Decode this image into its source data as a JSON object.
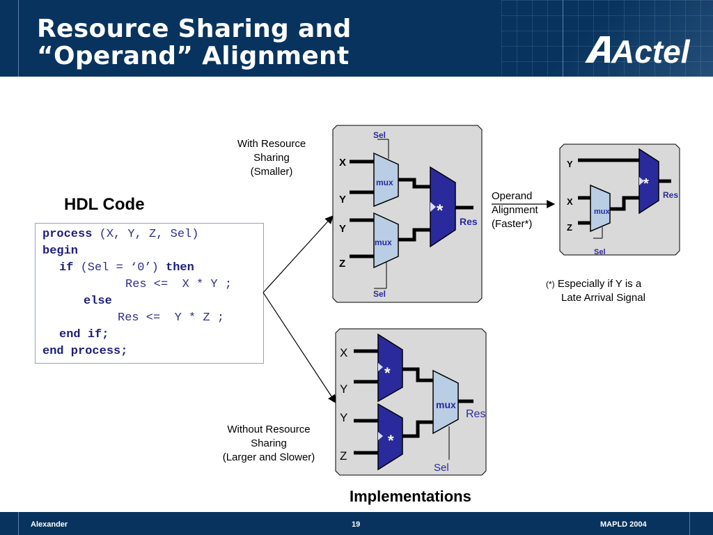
{
  "header": {
    "title_line1": "Resource Sharing and",
    "title_line2": "“Operand” Alignment",
    "logo_text": "Actel"
  },
  "footer": {
    "left": "Alexander",
    "center": "19",
    "right": "MAPLD 2004"
  },
  "hdl": {
    "title": "HDL Code",
    "lines": [
      {
        "kw": "process",
        "rest": " (X, Y, Z, Sel)"
      },
      {
        "kw": "begin",
        "rest": ""
      },
      {
        "kw": "if",
        "rest": " (Sel = ‘0’) ",
        "kw2": "then"
      },
      {
        "kw": "",
        "rest": "Res <=  X * Y ;"
      },
      {
        "kw": "else",
        "rest": ""
      },
      {
        "kw": "",
        "rest": "Res <=  Y * Z ;"
      },
      {
        "kw": "end if;",
        "rest": ""
      },
      {
        "kw": "end process;",
        "rest": ""
      }
    ]
  },
  "diagrams": {
    "sharing": {
      "caption_line1": "With Resource",
      "caption_line2": "Sharing",
      "caption_line3": "(Smaller)",
      "x": "X",
      "y1": "Y",
      "y2": "Y",
      "z": "Z",
      "mux1": "mux",
      "mux2": "mux",
      "sel_top": "Sel",
      "sel_bottom": "Sel",
      "mult": "*",
      "res": "Res"
    },
    "aligned": {
      "arrow_line1": "Operand",
      "arrow_line2": "Alignment",
      "arrow_line3": "(Faster*)",
      "y": "Y",
      "x": "X",
      "z": "Z",
      "mux": "mux",
      "sel": "Sel",
      "mult": "*",
      "res": "Res",
      "note_mark": "(*)",
      "note_line1": "Especially if Y is a",
      "note_line2": "Late Arrival Signal"
    },
    "no_sharing": {
      "caption_line1": "Without Resource",
      "caption_line2": "Sharing",
      "caption_line3": "(Larger and Slower)",
      "x": "X",
      "y1": "Y",
      "y2": "Y",
      "z": "Z",
      "mult1": "*",
      "mult2": "*",
      "mux": "mux",
      "res": "Res",
      "sel": "Sel"
    },
    "implementations_label": "Implementations"
  },
  "colors": {
    "header_bg": "#08335e",
    "mult_fill": "#2a2a9c",
    "mux_fill": "#b9cde4",
    "panel_bg": "#d9d9d9",
    "label_blue": "#2a2a9c"
  }
}
